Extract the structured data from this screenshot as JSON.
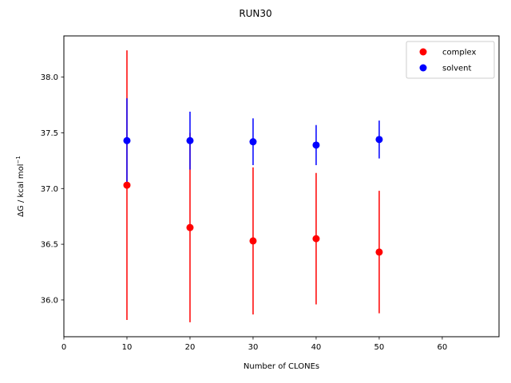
{
  "chart_data": {
    "type": "scatter",
    "title": "RUN30",
    "xlabel": "Number of CLONEs",
    "ylabel_main": "ΔG / kcal mol",
    "ylabel_sup": "−1",
    "xlim": [
      0,
      69
    ],
    "ylim": [
      35.67,
      38.37
    ],
    "xticks": [
      0,
      10,
      20,
      30,
      40,
      50,
      60
    ],
    "yticks": [
      36.0,
      36.5,
      37.0,
      37.5,
      38.0
    ],
    "ytick_labels": [
      "36.0",
      "36.5",
      "37.0",
      "37.5",
      "38.0"
    ],
    "grid": false,
    "legend_position": "upper right",
    "series": [
      {
        "name": "complex",
        "color": "#ff0000",
        "x": [
          10,
          20,
          30,
          40,
          50
        ],
        "y": [
          37.03,
          36.65,
          36.53,
          36.55,
          36.43
        ],
        "err": [
          1.21,
          0.85,
          0.66,
          0.59,
          0.55
        ]
      },
      {
        "name": "solvent",
        "color": "#0000ff",
        "x": [
          10,
          20,
          30,
          40,
          50
        ],
        "y": [
          37.43,
          37.43,
          37.42,
          37.39,
          37.44
        ],
        "err": [
          0.38,
          0.26,
          0.21,
          0.18,
          0.17
        ]
      }
    ]
  }
}
